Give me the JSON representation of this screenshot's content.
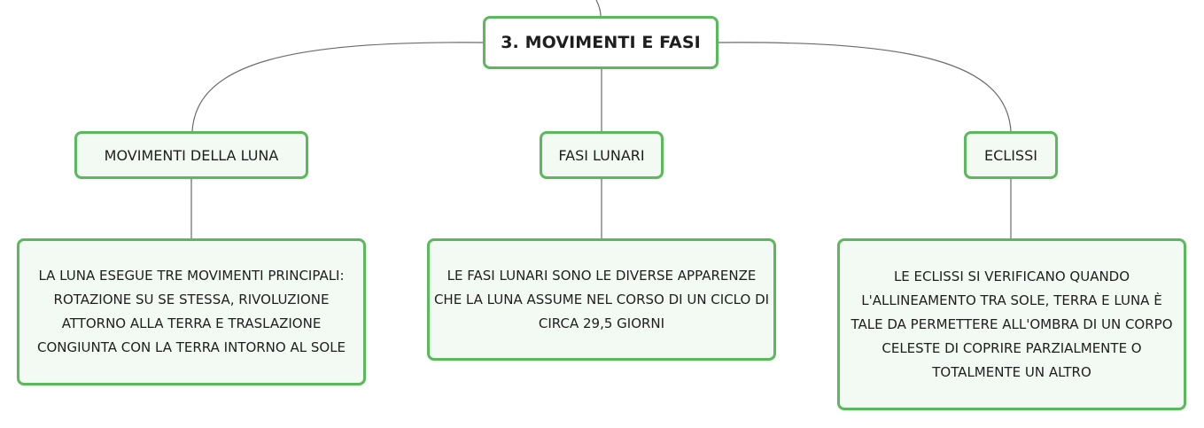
{
  "colors": {
    "node_border": "#5cb85c",
    "node_fill": "#f3faf3",
    "connector": "#6b6b6b"
  },
  "root": {
    "label": "3. MOVIMENTI E FASI"
  },
  "branches": [
    {
      "label": "MOVIMENTI DELLA LUNA",
      "detail": "LA LUNA ESEGUE TRE MOVIMENTI PRINCIPALI: ROTAZIONE SU SE STESSA, RIVOLUZIONE ATTORNO ALLA TERRA E TRASLAZIONE CONGIUNTA CON LA TERRA INTORNO AL SOLE"
    },
    {
      "label": "FASI LUNARI",
      "detail": "LE FASI LUNARI SONO LE DIVERSE APPARENZE CHE LA LUNA ASSUME NEL CORSO DI UN CICLO DI CIRCA 29,5 GIORNI"
    },
    {
      "label": "ECLISSI",
      "detail": "LE ECLISSI SI VERIFICANO QUANDO L'ALLINEAMENTO TRA SOLE, TERRA E LUNA È TALE DA PERMETTERE ALL'OMBRA DI UN CORPO CELESTE DI COPRIRE PARZIALMENTE O TOTALMENTE UN ALTRO"
    }
  ]
}
